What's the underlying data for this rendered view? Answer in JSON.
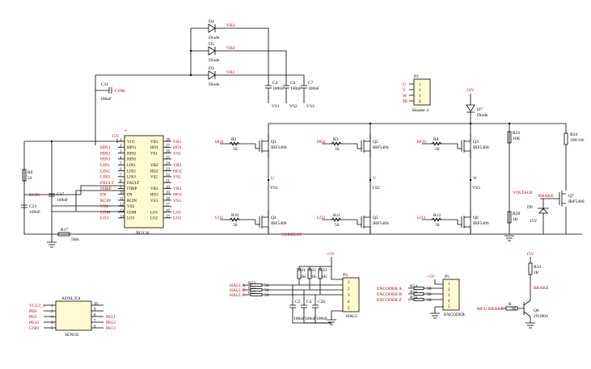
{
  "power": {
    "v15_a": "15V",
    "v15_b": "15V",
    "v24": "24V",
    "v5_a": "+5V",
    "v5_b": "+5V"
  },
  "diodes": [
    {
      "ref": "D4",
      "type": "Diode",
      "net": "VB3"
    },
    {
      "ref": "D5",
      "type": "Diode",
      "net": "VB2"
    },
    {
      "ref": "D1",
      "type": "Diode",
      "net": "VB1"
    },
    {
      "ref": "D7",
      "type": "Diode"
    }
  ],
  "bootcaps": [
    {
      "ref": "C4",
      "value": "100nF",
      "net": "VS1"
    },
    {
      "ref": "C6",
      "value": "100nF",
      "net": "VS2"
    },
    {
      "ref": "C7",
      "value": "100nF",
      "net": "VS3"
    }
  ],
  "c11": {
    "ref": "C11",
    "value": "100nF",
    "net": "COM"
  },
  "driver": {
    "ref": "IR2136",
    "left_pins": [
      {
        "num": "1",
        "label": "VCC",
        "net": "15V"
      },
      {
        "num": "2",
        "label": "HIN1",
        "net": "HIN1"
      },
      {
        "num": "3",
        "label": "HIN2",
        "net": "HIN2"
      },
      {
        "num": "4",
        "label": "HIN3",
        "net": "HIN3"
      },
      {
        "num": "5",
        "label": "LIN1",
        "net": "LIN1"
      },
      {
        "num": "6",
        "label": "LIN2",
        "net": "LIN2"
      },
      {
        "num": "7",
        "label": "LIN3",
        "net": "LIN3"
      },
      {
        "num": "8",
        "label": "FAULT",
        "net": "FAULT"
      },
      {
        "num": "9",
        "label": "ITRIP",
        "net": "ITRIP"
      },
      {
        "num": "10",
        "label": "EN",
        "net": "EN"
      },
      {
        "num": "11",
        "label": "RCIN",
        "net": "RCIN"
      },
      {
        "num": "12",
        "label": "VSS",
        "net": "VSS"
      },
      {
        "num": "13",
        "label": "COM",
        "net": "COM"
      },
      {
        "num": "14",
        "label": "LO3",
        "net": "LO3"
      }
    ],
    "right_pins": [
      {
        "num": "28",
        "label": "VB1",
        "net": "VB1"
      },
      {
        "num": "27",
        "label": "HO1",
        "net": "HO1"
      },
      {
        "num": "26",
        "label": "VS1",
        "net": "VS1"
      },
      {
        "num": "25",
        "label": "",
        "net": ""
      },
      {
        "num": "24",
        "label": "VB2",
        "net": "VB2"
      },
      {
        "num": "23",
        "label": "HO2",
        "net": "HO2"
      },
      {
        "num": "22",
        "label": "VS2",
        "net": "VS2"
      },
      {
        "num": "21",
        "label": "",
        "net": ""
      },
      {
        "num": "20",
        "label": "VB3",
        "net": "VB3"
      },
      {
        "num": "19",
        "label": "HO3",
        "net": "HO3"
      },
      {
        "num": "18",
        "label": "VS3",
        "net": "VS3"
      },
      {
        "num": "17",
        "label": "",
        "net": ""
      },
      {
        "num": "16",
        "label": "LO1",
        "net": "LO1"
      },
      {
        "num": "15",
        "label": "LO2",
        "net": "LO2"
      }
    ]
  },
  "left_parts": {
    "r0": {
      "ref": "R0",
      "value": "50"
    },
    "rcin": "RCIN",
    "c17": {
      "ref": "C17",
      "value": "100nF"
    },
    "c23": {
      "ref": "C23",
      "value": "100nF"
    },
    "r17": {
      "ref": "R17",
      "value": "50m"
    }
  },
  "mosfets": [
    {
      "ref": "Q1",
      "part": "IRF540S",
      "gate": "HO1",
      "r": "R2",
      "rv": "50"
    },
    {
      "ref": "Q2",
      "part": "IRF540S",
      "gate": "HO2",
      "r": "R3",
      "rv": "50"
    },
    {
      "ref": "Q3",
      "part": "IRF540S",
      "gate": "HO3",
      "r": "R8",
      "rv": "50"
    },
    {
      "ref": "Q4",
      "part": "IRF540S",
      "gate": "LO1",
      "r": "R10",
      "rv": "50"
    },
    {
      "ref": "Q5",
      "part": "IRF540S",
      "gate": "LO2",
      "r": "R11",
      "rv": "50"
    },
    {
      "ref": "Q6",
      "part": "IRF540S",
      "gate": "LO3",
      "r": "R12",
      "rv": "50"
    }
  ],
  "phases": [
    {
      "phase": "U",
      "vs": "VS1"
    },
    {
      "phase": "V",
      "vs": "VS2"
    },
    {
      "phase": "W",
      "vs": "VS3"
    }
  ],
  "current": "CURRENT",
  "voltage": {
    "label": "VOLTAGE",
    "r23": {
      "ref": "R23",
      "value": "10K"
    },
    "r28": {
      "ref": "R28",
      "value": "1K"
    }
  },
  "brake": {
    "r24": {
      "ref": "R24",
      "value": "100/1W"
    },
    "label": "BRAKE",
    "q7": {
      "ref": "Q7",
      "part": "IRF540S"
    },
    "d9": {
      "ref": "D9",
      "value": "15V"
    }
  },
  "p2": {
    "ref": "P2",
    "name": "Header 4",
    "pins": [
      "1",
      "2",
      "3",
      "4"
    ],
    "nets": [
      "U",
      "V",
      "W",
      "PE"
    ]
  },
  "accel": {
    "ref": "ADXL354",
    "name": "SENCE",
    "left": [
      {
        "net": "VCC3_3",
        "num": "1"
      },
      {
        "net": "PE8",
        "num": "2"
      },
      {
        "net": "PE9",
        "num": "3"
      },
      {
        "net": "PE10",
        "num": "4"
      },
      {
        "net": "GND",
        "num": "5"
      }
    ],
    "right": [
      {
        "num": "10",
        "net": ""
      },
      {
        "num": "9",
        "net": ""
      },
      {
        "num": "8",
        "net": "PE11"
      },
      {
        "num": "7",
        "net": "PE12"
      },
      {
        "num": "6",
        "net": "PE13"
      }
    ]
  },
  "hall": {
    "ref": "P3",
    "name": "HALL",
    "pins": [
      "1",
      "2",
      "3",
      "4",
      "5"
    ],
    "lines": [
      {
        "net": "HALL A",
        "r": "R53",
        "rv": "50"
      },
      {
        "net": "HALL B",
        "r": "R55",
        "rv": "50"
      },
      {
        "net": "HALL C",
        "r": "R57",
        "rv": "50"
      }
    ],
    "pullups": [
      {
        "ref": "R31",
        "value": "1K"
      },
      {
        "ref": "R32",
        "value": "1K"
      },
      {
        "ref": "R33",
        "value": "1K"
      }
    ],
    "caps": [
      {
        "ref": "C2",
        "value": "100nF"
      },
      {
        "ref": "C3",
        "value": "100nF"
      },
      {
        "ref": "C26",
        "value": "100nF"
      }
    ]
  },
  "encoder": {
    "ref": "P5",
    "name": "ENCODER",
    "pins": [
      "1",
      "2",
      "3",
      "4",
      "5"
    ],
    "lines": [
      {
        "net": "ENCODER A",
        "r": "R54",
        "rv": "50"
      },
      {
        "net": "ENCODER B",
        "r": "R56",
        "rv": "50"
      },
      {
        "net": "ENCODER Z",
        "r": "R58",
        "rv": "50"
      }
    ]
  },
  "brake_drv": {
    "r34": {
      "ref": "R34",
      "value": "1K"
    },
    "label": "BRAKE",
    "input": "MCU BRAKE",
    "r_in": {
      "ref": "R",
      "value": "1K"
    },
    "q8": {
      "ref": "Q8",
      "part": "2N3904"
    }
  }
}
